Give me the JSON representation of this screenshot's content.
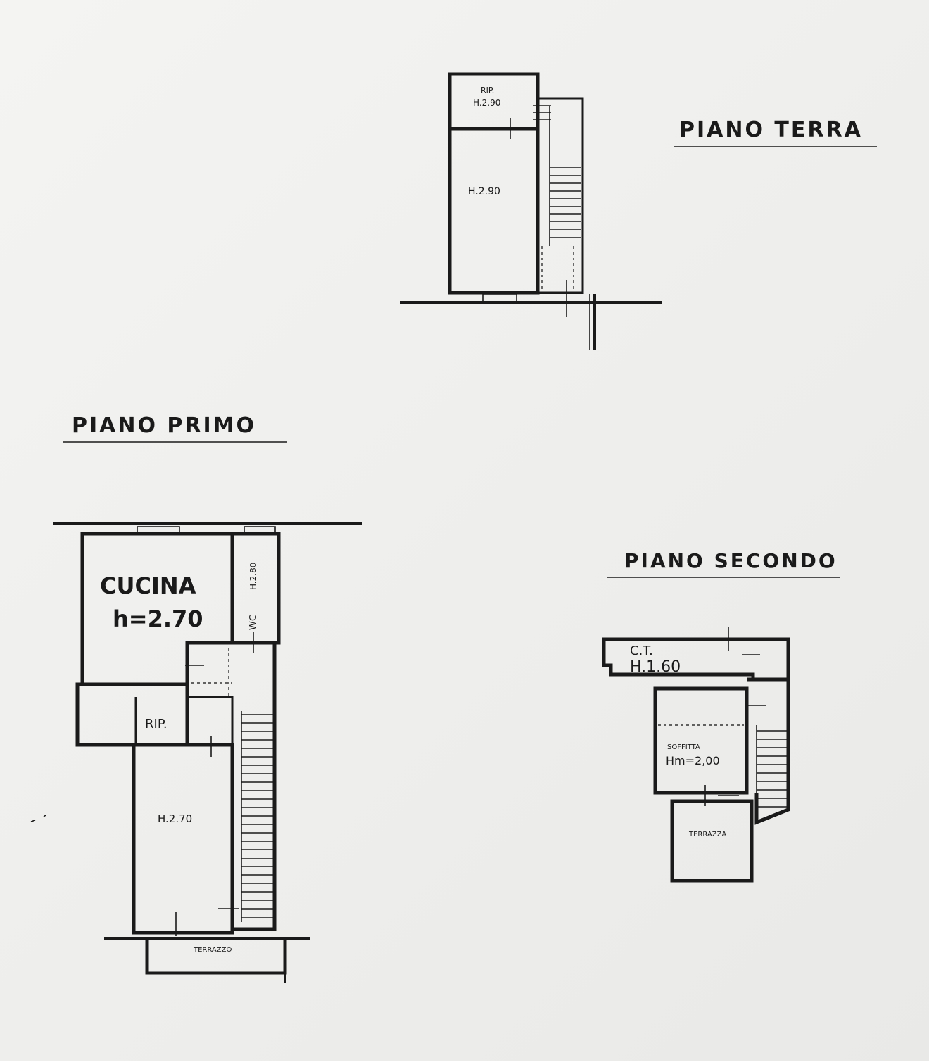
{
  "floors": {
    "terra": {
      "title": "PIANO TERRA",
      "rooms": {
        "rip_name": "RIP.",
        "rip_height": "H.2.90",
        "main_height": "H.2.90"
      }
    },
    "primo": {
      "title": "PIANO PRIMO",
      "rooms": {
        "cucina_name": "CUCINA",
        "cucina_height": "h=2.70",
        "wc_name": "WC",
        "wc_height": "H.2.80",
        "rip_name": "RIP.",
        "main_height": "H.2.70",
        "terrazzo_name": "TERRAZZO"
      }
    },
    "secondo": {
      "title": "PIANO SECONDO",
      "rooms": {
        "ct_name": "C.T.",
        "ct_height": "H.1.60",
        "soffitta_name": "SOFFITTA",
        "soffitta_height": "Hm=2,00",
        "terrazza_name": "TERRAZZA"
      }
    }
  }
}
